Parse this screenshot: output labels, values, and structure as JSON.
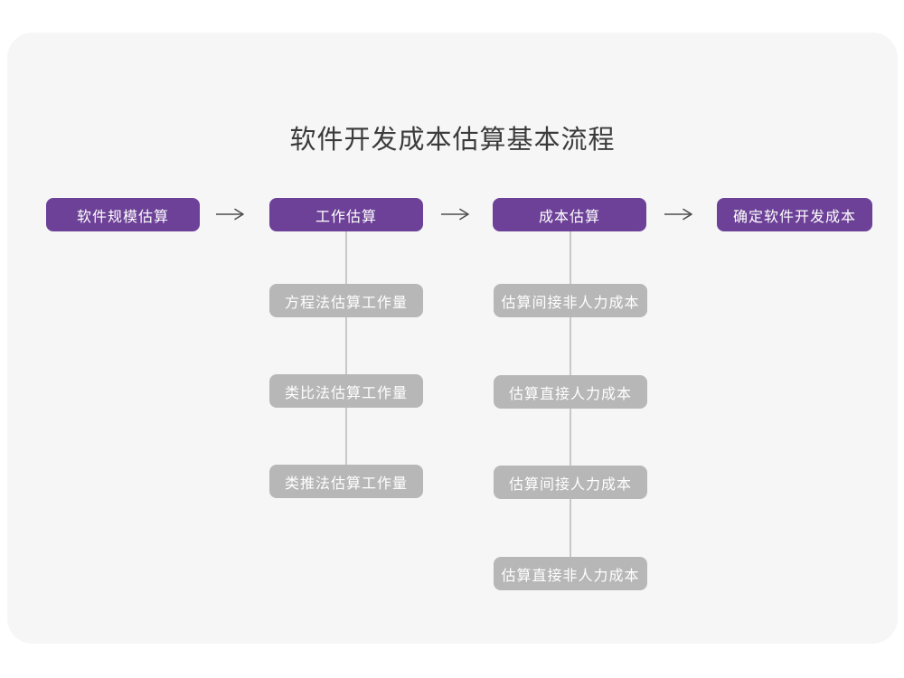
{
  "page": {
    "title": "软件开发成本估算基本流程"
  },
  "colors": {
    "page_bg": "#ffffff",
    "card_bg": "#f6f6f7",
    "main_node": "#6c4197",
    "sub_node": "#b7b7b7",
    "connector_line": "#c8c8c8",
    "arrow": "#4f4f4f",
    "title_text": "#3b3b3b",
    "node_text": "#ffffff"
  },
  "icons": {
    "arrow_right": "→"
  },
  "flow": {
    "main_steps": [
      {
        "label": "软件规模估算"
      },
      {
        "label": "工作估算"
      },
      {
        "label": "成本估算"
      },
      {
        "label": "确定软件开发成本"
      }
    ],
    "work_estimation_methods": [
      {
        "label": "方程法估算工作量"
      },
      {
        "label": "类比法估算工作量"
      },
      {
        "label": "类推法估算工作量"
      }
    ],
    "cost_estimation_steps": [
      {
        "label": "估算间接非人力成本"
      },
      {
        "label": "估算直接人力成本"
      },
      {
        "label": "估算间接人力成本"
      },
      {
        "label": "估算直接非人力成本"
      }
    ]
  }
}
